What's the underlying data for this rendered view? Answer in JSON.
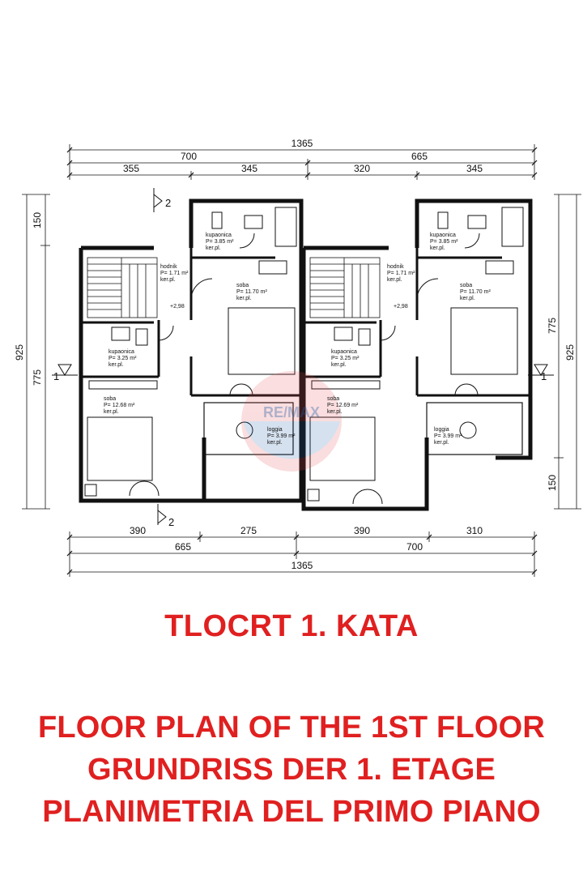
{
  "plan": {
    "dims_top": {
      "total": "1365",
      "mid_left": "700",
      "mid_right": "665",
      "s1": "355",
      "s2": "345",
      "s3": "320",
      "s4": "345"
    },
    "dims_bottom": {
      "s1": "390",
      "s2": "275",
      "s3": "390",
      "s4": "310",
      "mid_left": "665",
      "mid_right": "700",
      "total": "1365"
    },
    "dims_left": {
      "total": "925",
      "a": "150",
      "b": "775"
    },
    "dims_right": {
      "total": "925",
      "a": "775",
      "b": "150"
    },
    "section_marks": {
      "top": "2",
      "bottom": "2",
      "left": "1",
      "right": "1"
    },
    "watermark": "RE/MAX",
    "left_unit": {
      "bath_top": {
        "name": "kupaonica",
        "area": "P= 3.85 m²",
        "floor": "ker.pl."
      },
      "hall": {
        "name": "hodnik",
        "area": "P= 1.71 m²",
        "floor": "ker.pl."
      },
      "level": "+2,98",
      "room_top": {
        "name": "soba",
        "area": "P= 11.70 m²",
        "floor": "ker.pl."
      },
      "bath_left": {
        "name": "kupaonica",
        "area": "P= 3.25 m²",
        "floor": "ker.pl."
      },
      "room_bottom": {
        "name": "soba",
        "area": "P= 12.68 m²",
        "floor": "ker.pl."
      },
      "loggia": {
        "name": "loggia",
        "area": "P= 3.99 m²",
        "floor": "ker.pl."
      }
    },
    "right_unit": {
      "bath_top": {
        "name": "kupaonica",
        "area": "P= 3.85 m²",
        "floor": "ker.pl."
      },
      "hall": {
        "name": "hodnik",
        "area": "P= 1.71 m²",
        "floor": "ker.pl."
      },
      "level": "+2,98",
      "room_top": {
        "name": "soba",
        "area": "P= 11.70 m²",
        "floor": "ker.pl."
      },
      "bath_left": {
        "name": "kupaonica",
        "area": "P= 3.25 m²",
        "floor": "ker.pl."
      },
      "room_bottom": {
        "name": "soba",
        "area": "P= 12.69 m²",
        "floor": "ker.pl."
      },
      "loggia": {
        "name": "loggia",
        "area": "P= 3.99 m²",
        "floor": "ker.pl."
      }
    }
  },
  "captions": {
    "title": "TLOCRT 1. KATA",
    "line1": "FLOOR PLAN OF THE 1ST FLOOR",
    "line2": "GRUNDRISS DER 1. ETAGE",
    "line3": "PLANIMETRIA DEL PRIMO PIANO"
  }
}
